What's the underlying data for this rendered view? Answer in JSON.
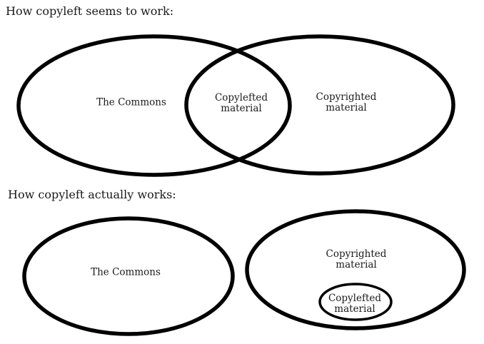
{
  "colors": {
    "background": "#ffffff",
    "stroke": "#000000",
    "text": "#1a1a1a"
  },
  "diagram_top": {
    "title": "How copyleft seems to work:",
    "left_label": "The Commons",
    "overlap_label": "Copylefted material",
    "right_label": "Copyrighted material"
  },
  "diagram_bottom": {
    "title": "How copyleft actually works:",
    "left_label": "The Commons",
    "outer_label": "Copyrighted material",
    "inner_label": "Copylefted material"
  }
}
